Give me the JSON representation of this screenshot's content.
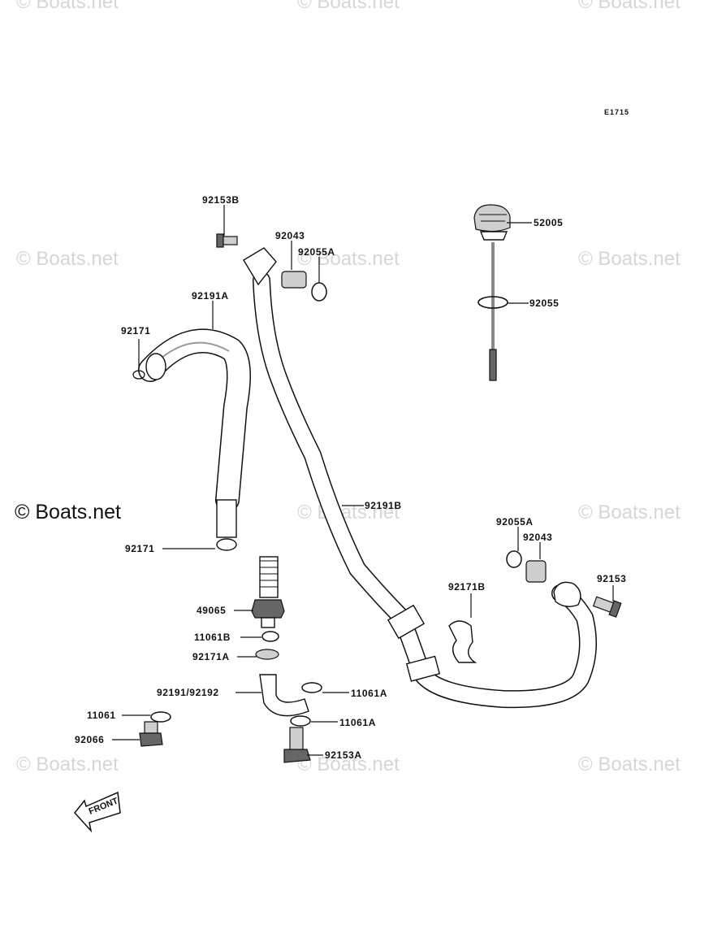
{
  "diagram_code": "E1715",
  "watermark": "© Boats.net",
  "front_label": "FRONT",
  "labels": {
    "p92153B": "92153B",
    "p92043_top": "92043",
    "p92055A_top": "92055A",
    "p52005": "52005",
    "p92055": "92055",
    "p92191A": "92191A",
    "p92171_top": "92171",
    "p92191B": "92191B",
    "p92171_low": "92171",
    "p92055A_right": "92055A",
    "p92043_right": "92043",
    "p92153": "92153",
    "p92171B": "92171B",
    "p49065": "49065",
    "p11061B": "11061B",
    "p92171A": "92171A",
    "p92191_92192": "92191/92192",
    "p11061A_1": "11061A",
    "p11061A_2": "11061A",
    "p11061": "11061",
    "p92066": "92066",
    "p92153A": "92153A"
  }
}
